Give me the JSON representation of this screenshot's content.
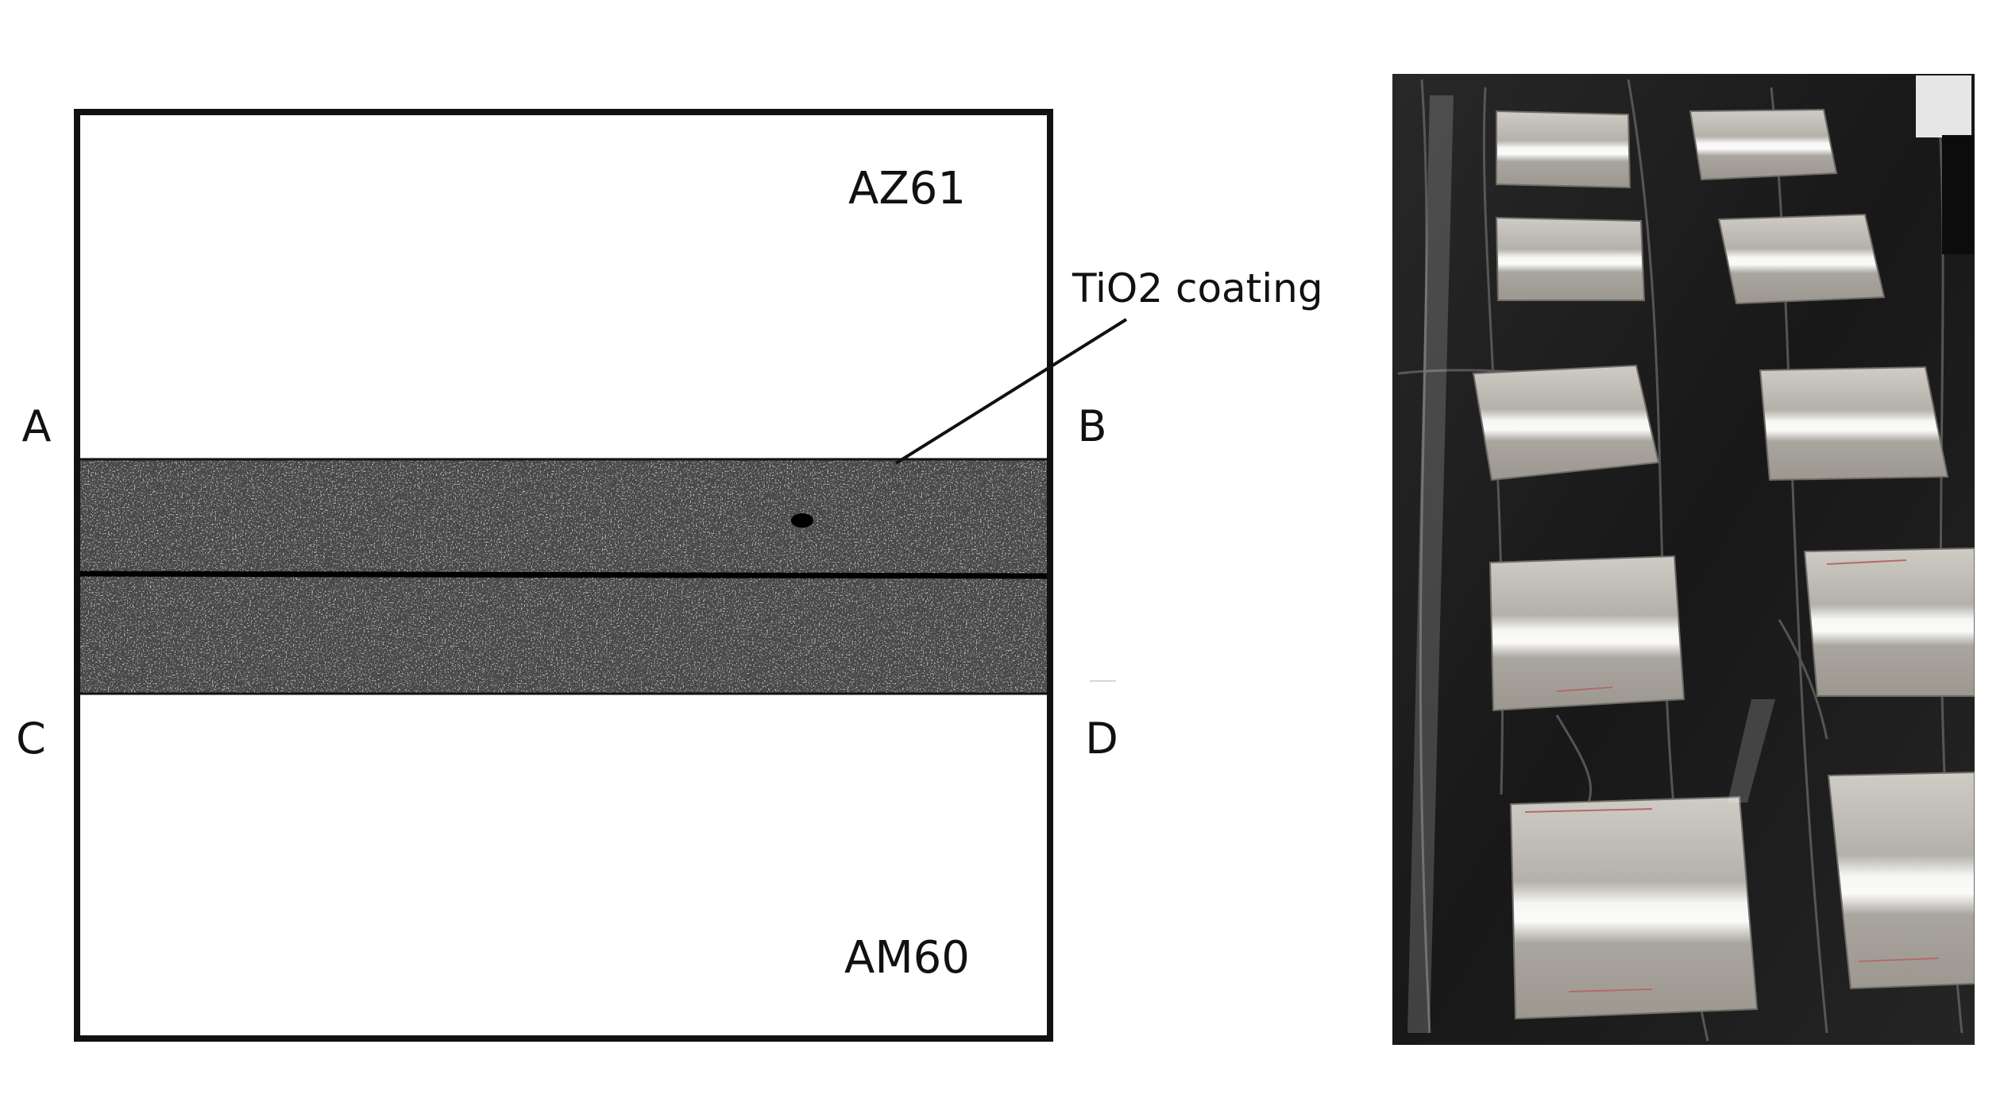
{
  "schematic": {
    "top_material": "AZ61",
    "bottom_material": "AM60",
    "coating_label": "TiO2 coating",
    "corners": {
      "a": "A",
      "b": "B",
      "c": "C",
      "d": "D"
    }
  },
  "photo": {
    "subject": "welded-specimens-photo",
    "specimen_count": 10
  },
  "colors": {
    "outline": "#111111",
    "coating_dark": "#1b1b1b",
    "photo_background": "#1e1e1e",
    "specimen_metal": "#bdbab5"
  }
}
